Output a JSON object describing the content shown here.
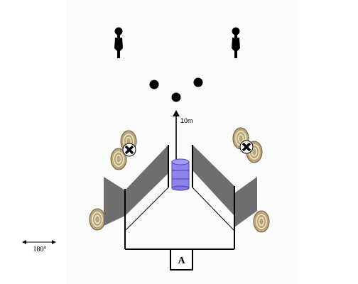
{
  "distance_label": "10m",
  "start_box_label": "A",
  "safe_angle_label": "180°",
  "colors": {
    "wall": "#6e6e6e",
    "barrel": "#8c84ee",
    "target_fill": "#b9a67a",
    "target_ring": "#f0e8c8",
    "no_shoot_fill": "#ffffff",
    "steel": "#000000"
  },
  "icons": [
    "popper-icon",
    "steel-plate-icon",
    "paper-target-icon",
    "no-shoot-icon",
    "barrel-icon",
    "arrow-icon"
  ]
}
